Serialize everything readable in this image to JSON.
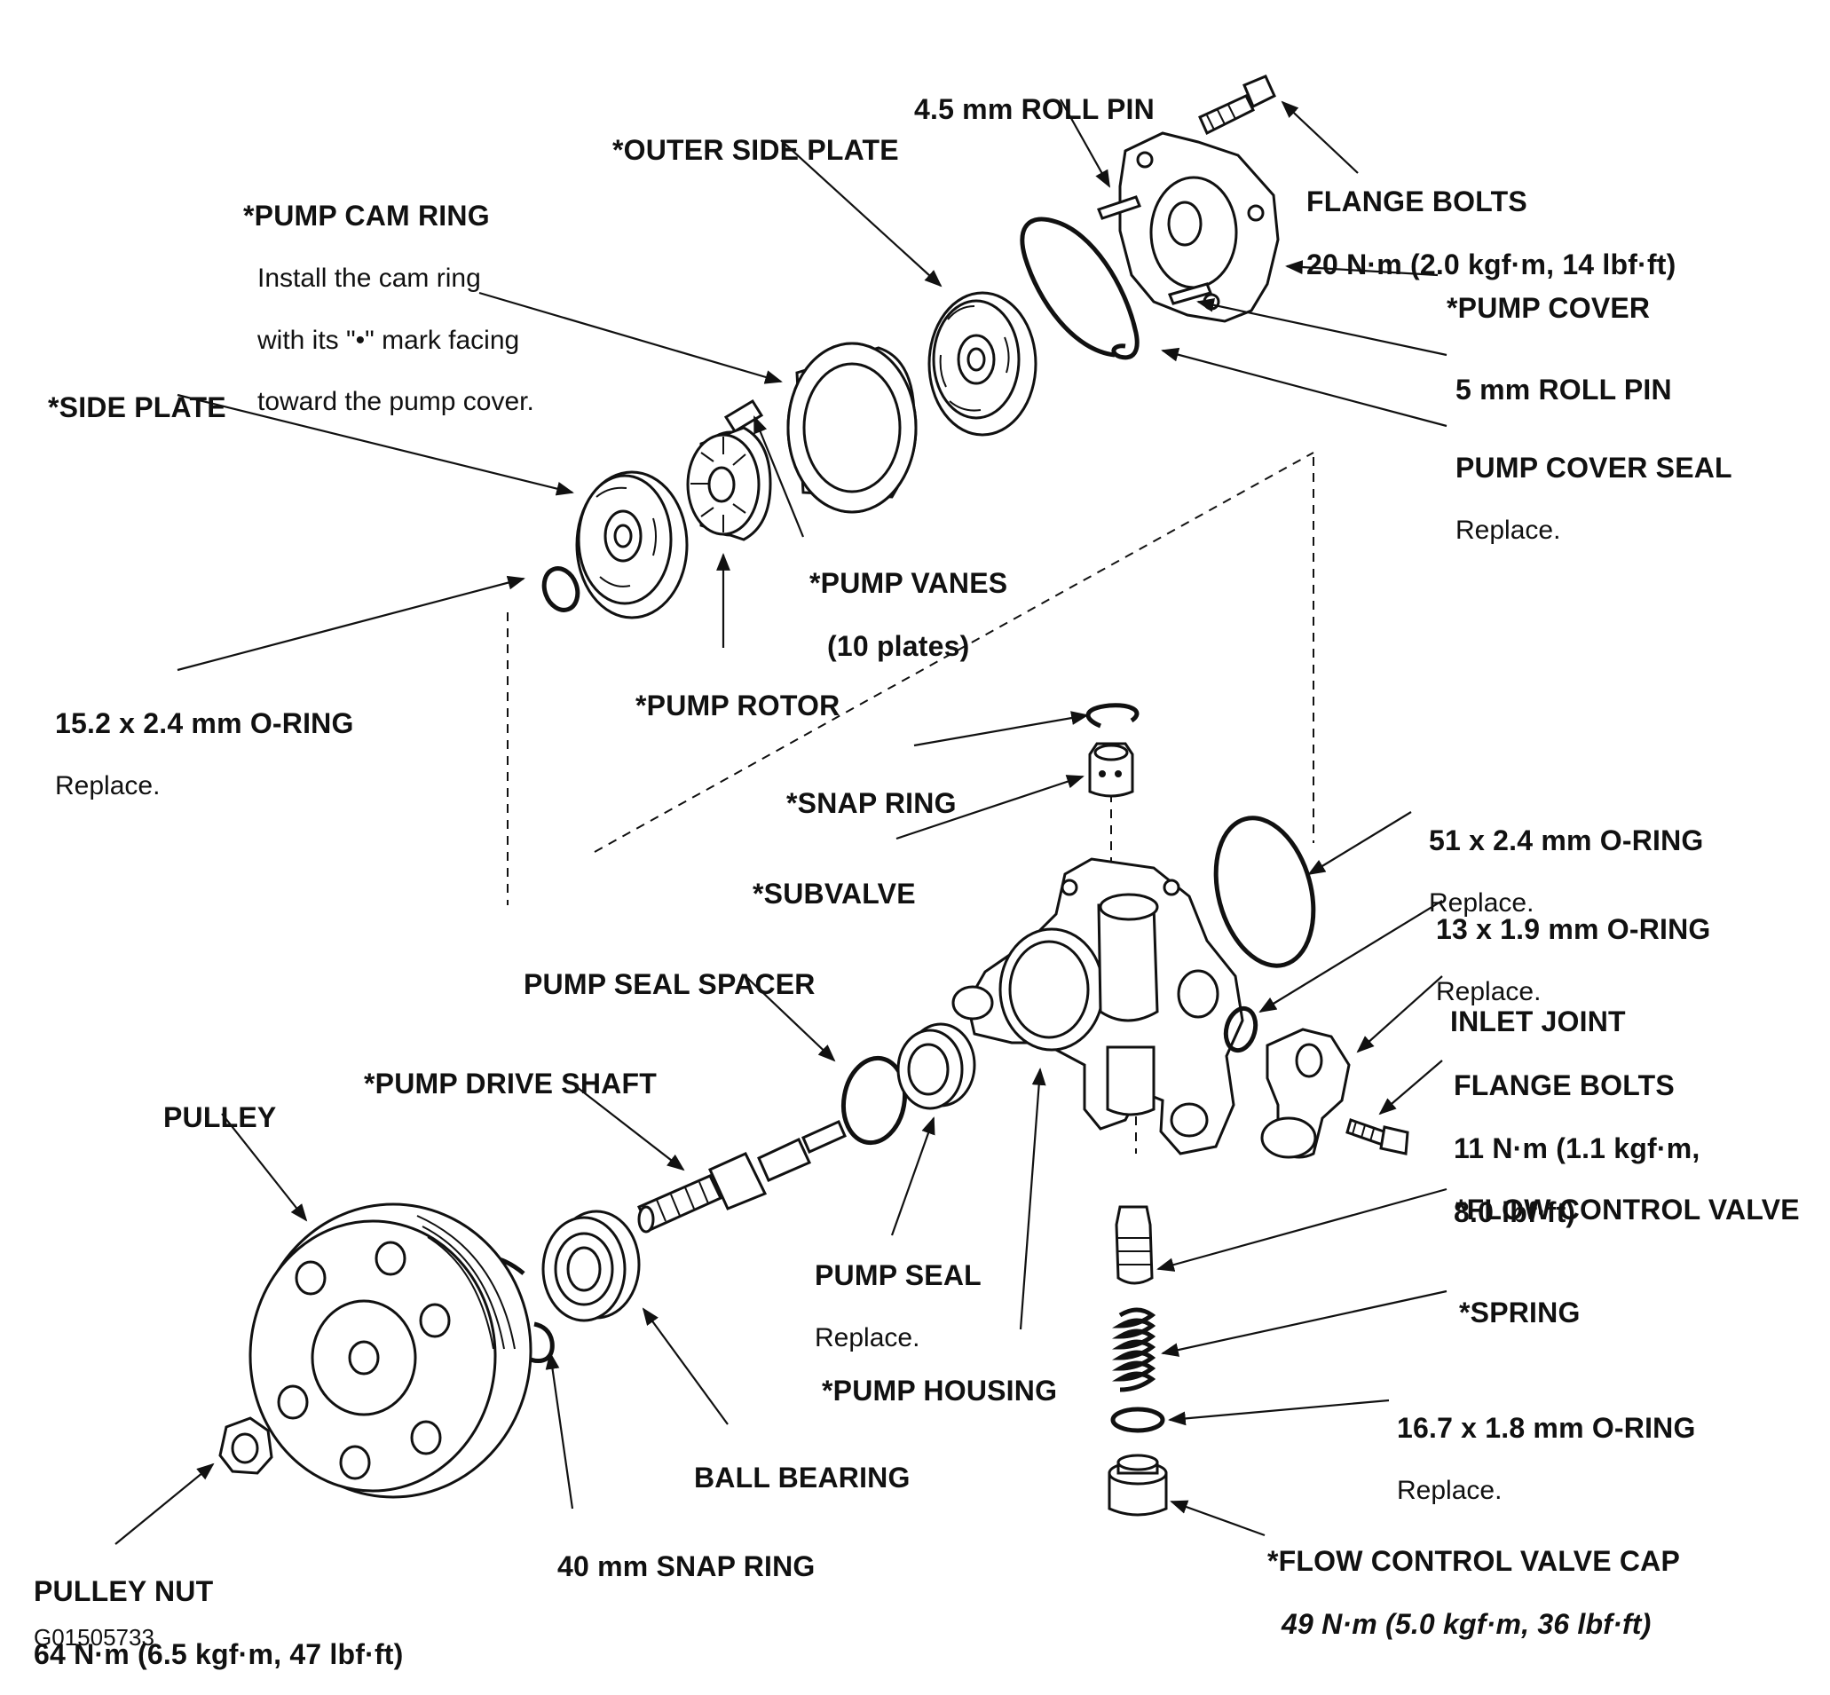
{
  "labels": {
    "roll_pin_45": "4.5 mm ROLL PIN",
    "outer_side_plate": "*OUTER SIDE PLATE",
    "pump_cam_ring": "*PUMP CAM RING",
    "pump_cam_ring_note1": "Install the cam ring",
    "pump_cam_ring_note2": "with its \"•\" mark facing",
    "pump_cam_ring_note3": "toward the pump cover.",
    "flange_bolts_top": "FLANGE BOLTS",
    "flange_bolts_top_torque": "20 N·m (2.0 kgf·m, 14 lbf·ft)",
    "pump_cover": "*PUMP COVER",
    "roll_pin_5": "5 mm ROLL PIN",
    "pump_cover_seal": "PUMP COVER SEAL",
    "pump_cover_seal_note": "Replace.",
    "side_plate": "*SIDE PLATE",
    "pump_vanes": "*PUMP VANES",
    "pump_vanes_note": "(10 plates)",
    "pump_rotor": "*PUMP ROTOR",
    "o_ring_152": "15.2 x 2.4 mm O-RING",
    "o_ring_152_note": "Replace.",
    "snap_ring": "*SNAP RING",
    "subvalve": "*SUBVALVE",
    "o_ring_51": "51 x 2.4 mm O-RING",
    "o_ring_51_note": "Replace.",
    "o_ring_13": "13 x 1.9 mm O-RING",
    "o_ring_13_note": "Replace.",
    "inlet_joint": "INLET JOINT",
    "flange_bolts_low": "FLANGE BOLTS",
    "flange_bolts_low_torque1": "11 N·m (1.1 kgf·m,",
    "flange_bolts_low_torque2": "8.0 lbf·ft)",
    "pump_seal_spacer": "PUMP SEAL SPACER",
    "pump_drive_shaft": "*PUMP DRIVE SHAFT",
    "pulley": "PULLEY",
    "flow_control_valve": "*FLOW CONTROL VALVE",
    "pump_seal": "PUMP SEAL",
    "pump_seal_note": "Replace.",
    "spring": "*SPRING",
    "pump_housing": "*PUMP HOUSING",
    "o_ring_167": "16.7 x 1.8 mm O-RING",
    "o_ring_167_note": "Replace.",
    "ball_bearing": "BALL BEARING",
    "flow_control_valve_cap": "*FLOW CONTROL VALVE CAP",
    "flow_control_valve_cap_torque": "49 N·m (5.0 kgf·m, 36 lbf·ft)",
    "snap_ring_40": "40 mm SNAP RING",
    "pulley_nut": "PULLEY NUT",
    "pulley_nut_torque": "64 N·m (6.5 kgf·m, 47 lbf·ft)"
  },
  "figure_code": "G01505733"
}
